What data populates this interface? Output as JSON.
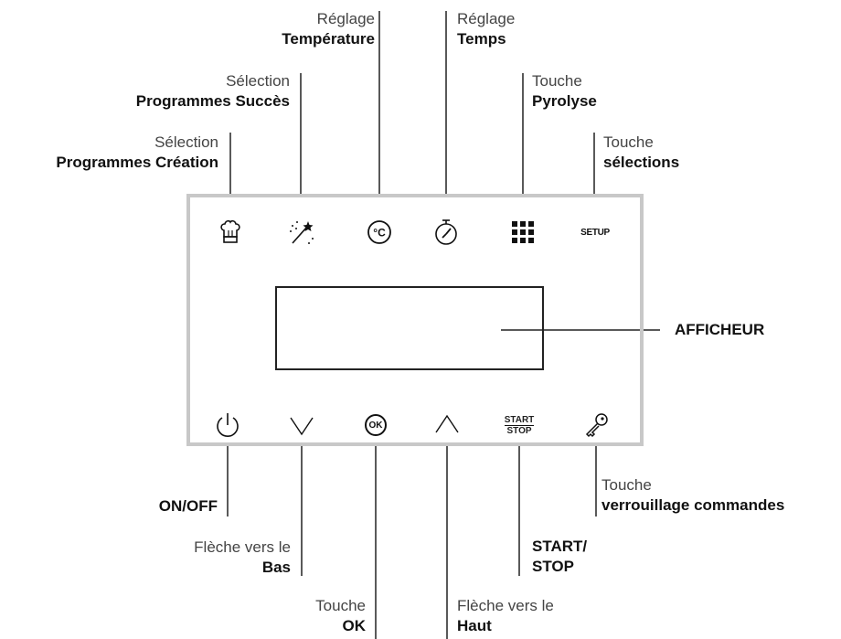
{
  "top_labels": {
    "temperature": {
      "line1": "Réglage",
      "line2": "Température"
    },
    "temps": {
      "line1": "Réglage",
      "line2": "Temps"
    },
    "succes": {
      "line1": "Sélection",
      "line2": "Programmes Succès"
    },
    "pyrolyse": {
      "line1": "Touche",
      "line2": "Pyrolyse"
    },
    "creation": {
      "line1": "Sélection",
      "line2": "Programmes Création"
    },
    "selections": {
      "line1": "Touche",
      "line2": "sélections"
    }
  },
  "right_label": {
    "afficheur": "AFFICHEUR"
  },
  "bottom_labels": {
    "onoff": {
      "line2": "ON/OFF"
    },
    "bas": {
      "line1": "Flèche vers le",
      "line2": "Bas"
    },
    "ok": {
      "line1": "Touche",
      "line2": "OK"
    },
    "haut": {
      "line1": "Flèche vers le",
      "line2": "Haut"
    },
    "startstop": {
      "line1": "START/",
      "line2": "STOP"
    },
    "verrouillage": {
      "line1": "Touche",
      "line2": "verrouillage commandes"
    }
  },
  "buttons": {
    "setup": "SETUP",
    "ok": "OK",
    "start": "START",
    "stop": "STOP"
  },
  "icons": {
    "creation": "chef-hat-icon",
    "succes": "magic-wand-icon",
    "temperature": "celsius-icon",
    "temps": "stopwatch-icon",
    "pyrolyse": "grid-dots-icon",
    "onoff": "power-icon",
    "bas": "chevron-down-icon",
    "haut": "chevron-up-icon",
    "lock": "key-icon"
  }
}
